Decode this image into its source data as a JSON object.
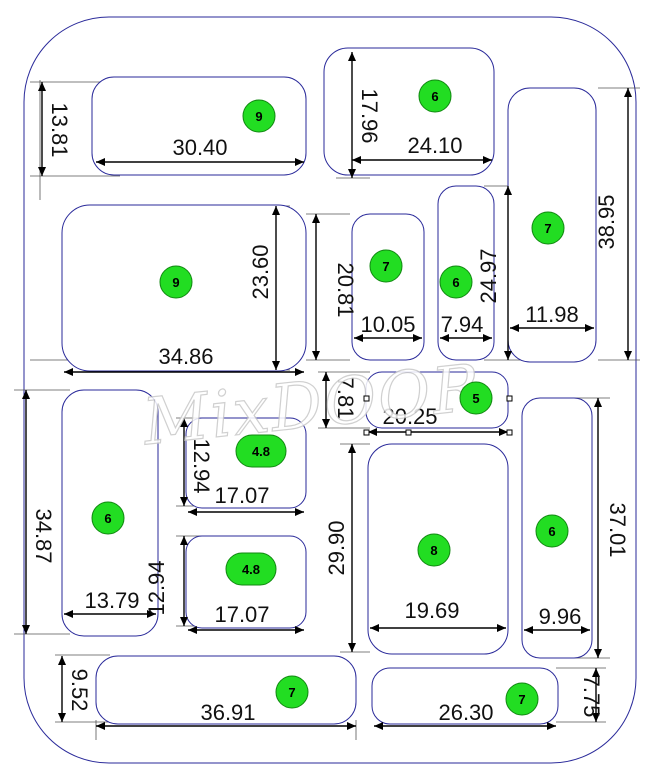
{
  "diagram": {
    "watermark": "MixDOOR",
    "compartments": [
      {
        "id": "top-left",
        "badge": "9",
        "width": "30.40",
        "height": "13.81"
      },
      {
        "id": "top-center",
        "badge": "6",
        "width": "24.10",
        "height": "17.96"
      },
      {
        "id": "right-tall",
        "badge": "7",
        "width": "11.98",
        "height": "38.95"
      },
      {
        "id": "large-left",
        "badge": "9",
        "width": "34.86",
        "height": "23.60"
      },
      {
        "id": "small-7",
        "badge": "7",
        "width": "10.05",
        "height": "20.81"
      },
      {
        "id": "narrow-6",
        "badge": "6",
        "width": "7.94",
        "height": "24.97"
      },
      {
        "id": "tiny-5",
        "badge": "5",
        "width": "20.25",
        "height": "7.81"
      },
      {
        "id": "left-tall",
        "badge": "6",
        "width": "13.79",
        "height": "34.87"
      },
      {
        "id": "mini-upper",
        "badge": "4.8",
        "width": "17.07",
        "height": "12.94"
      },
      {
        "id": "mini-lower",
        "badge": "4.8",
        "width": "17.07",
        "height": "12.94"
      },
      {
        "id": "center-large",
        "badge": "8",
        "width": "19.69",
        "height": "29.90"
      },
      {
        "id": "right-lower",
        "badge": "6",
        "width": "9.96",
        "height": "37.01"
      },
      {
        "id": "bottom-left",
        "badge": "7",
        "width": "36.91",
        "height": "9.52"
      },
      {
        "id": "bottom-right",
        "badge": "7",
        "width": "26.30",
        "height": "7.75"
      }
    ]
  }
}
